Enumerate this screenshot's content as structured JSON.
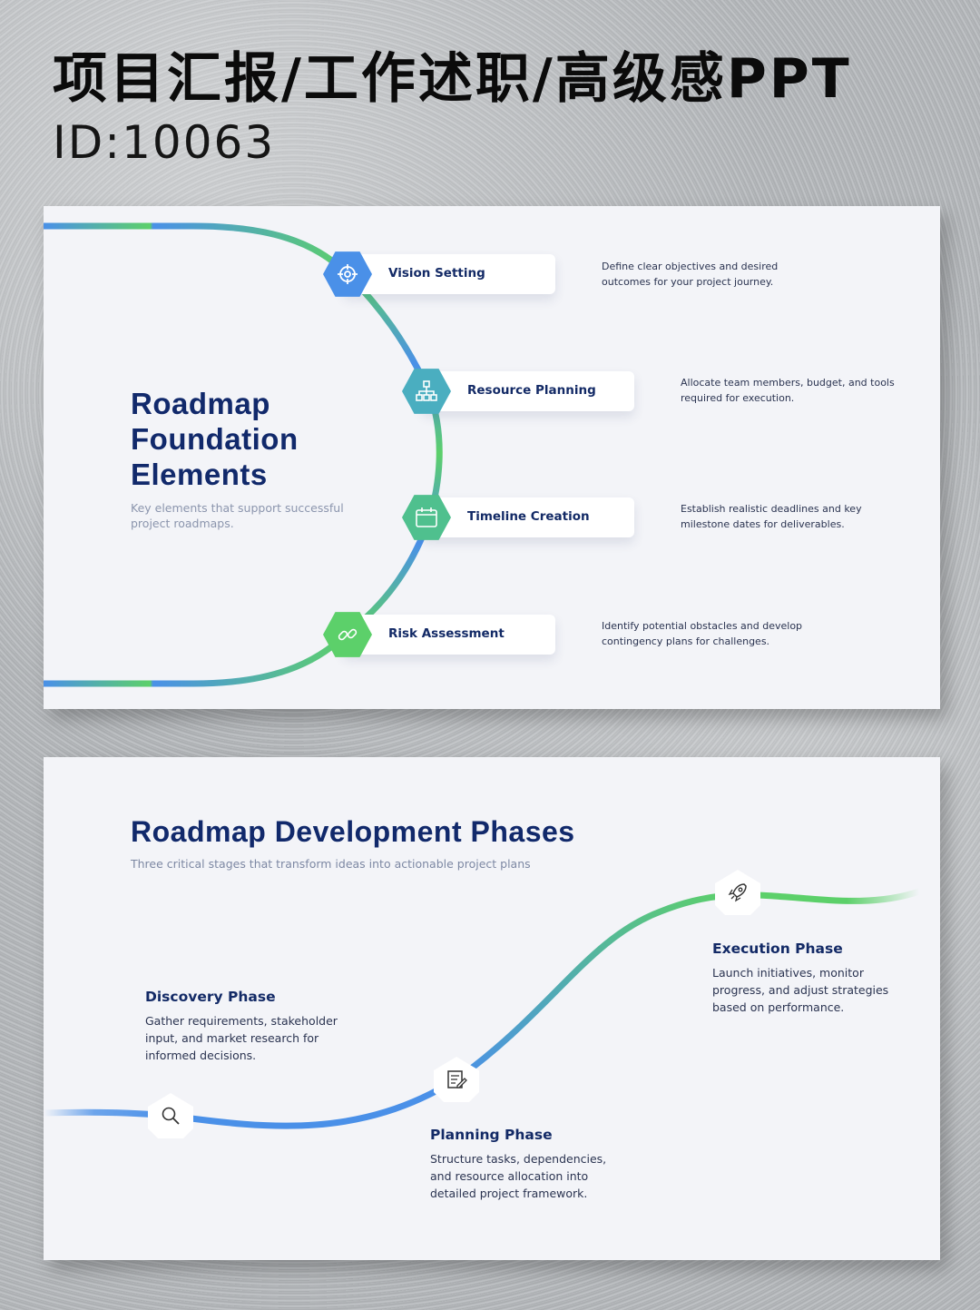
{
  "header": {
    "title": "项目汇报/工作述职/高级感PPT",
    "id": "ID:10063"
  },
  "slide1": {
    "title": "Roadmap Foundation Elements",
    "subtitle": "Key elements that support successful project roadmaps.",
    "items": [
      {
        "label": "Vision Setting",
        "desc": "Define clear objectives and desired outcomes for your project journey.",
        "icon": "target-icon",
        "color": "#4a90e8"
      },
      {
        "label": "Resource Planning",
        "desc": "Allocate team members, budget, and tools required for execution.",
        "icon": "hierarchy-icon",
        "color": "#4aaec0"
      },
      {
        "label": "Timeline Creation",
        "desc": "Establish realistic deadlines and key milestone dates for deliverables.",
        "icon": "calendar-icon",
        "color": "#4fc08e"
      },
      {
        "label": "Risk Assessment",
        "desc": "Identify potential obstacles and develop contingency plans for challenges.",
        "icon": "link-icon",
        "color": "#5cd06a"
      }
    ]
  },
  "slide2": {
    "title": "Roadmap Development Phases",
    "subtitle": "Three critical stages that transform ideas into actionable project plans",
    "phases": [
      {
        "title": "Discovery Phase",
        "desc": "Gather requirements, stakeholder input, and market research for informed decisions.",
        "icon": "search-icon"
      },
      {
        "title": "Planning Phase",
        "desc": "Structure tasks, dependencies, and resource allocation into detailed project framework.",
        "icon": "edit-icon"
      },
      {
        "title": "Execution Phase",
        "desc": "Launch initiatives, monitor progress, and adjust strategies based on performance.",
        "icon": "rocket-icon"
      }
    ]
  },
  "colors": {
    "navy": "#11296b",
    "blue": "#4a90e8",
    "green": "#5cd06a"
  }
}
